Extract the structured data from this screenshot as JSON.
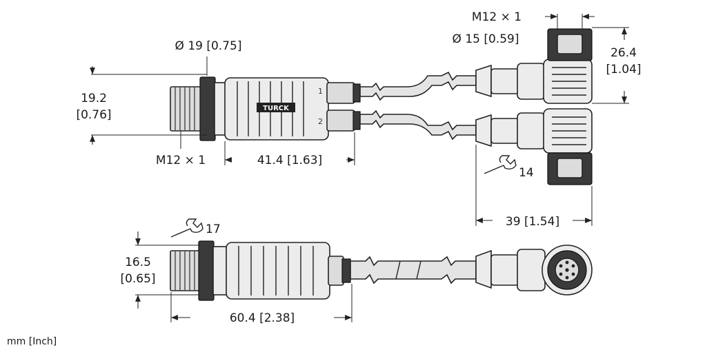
{
  "top_view": {
    "left_thread": "M12 × 1",
    "left_diameter": "Ø 19 [0.75]",
    "left_height_mm": "19.2",
    "left_height_in": "[0.76]",
    "splitter_length": "41.4 [1.63]",
    "splitter_brand": "TURCK",
    "splitter_port_1": "1",
    "splitter_port_2": "2",
    "right_thread": "M12 × 1",
    "right_diameter": "Ø 15 [0.59]",
    "right_height_mm": "26.4",
    "right_height_in": "[1.04]",
    "right_wrench": "14",
    "right_length": "39 [1.54]"
  },
  "bottom_view": {
    "wrench": "17",
    "height_mm": "16.5",
    "height_in": "[0.65]",
    "length": "60.4 [2.38]"
  },
  "units_note": "mm [Inch]",
  "icons": [
    "wrench-icon",
    "wrench-icon"
  ]
}
